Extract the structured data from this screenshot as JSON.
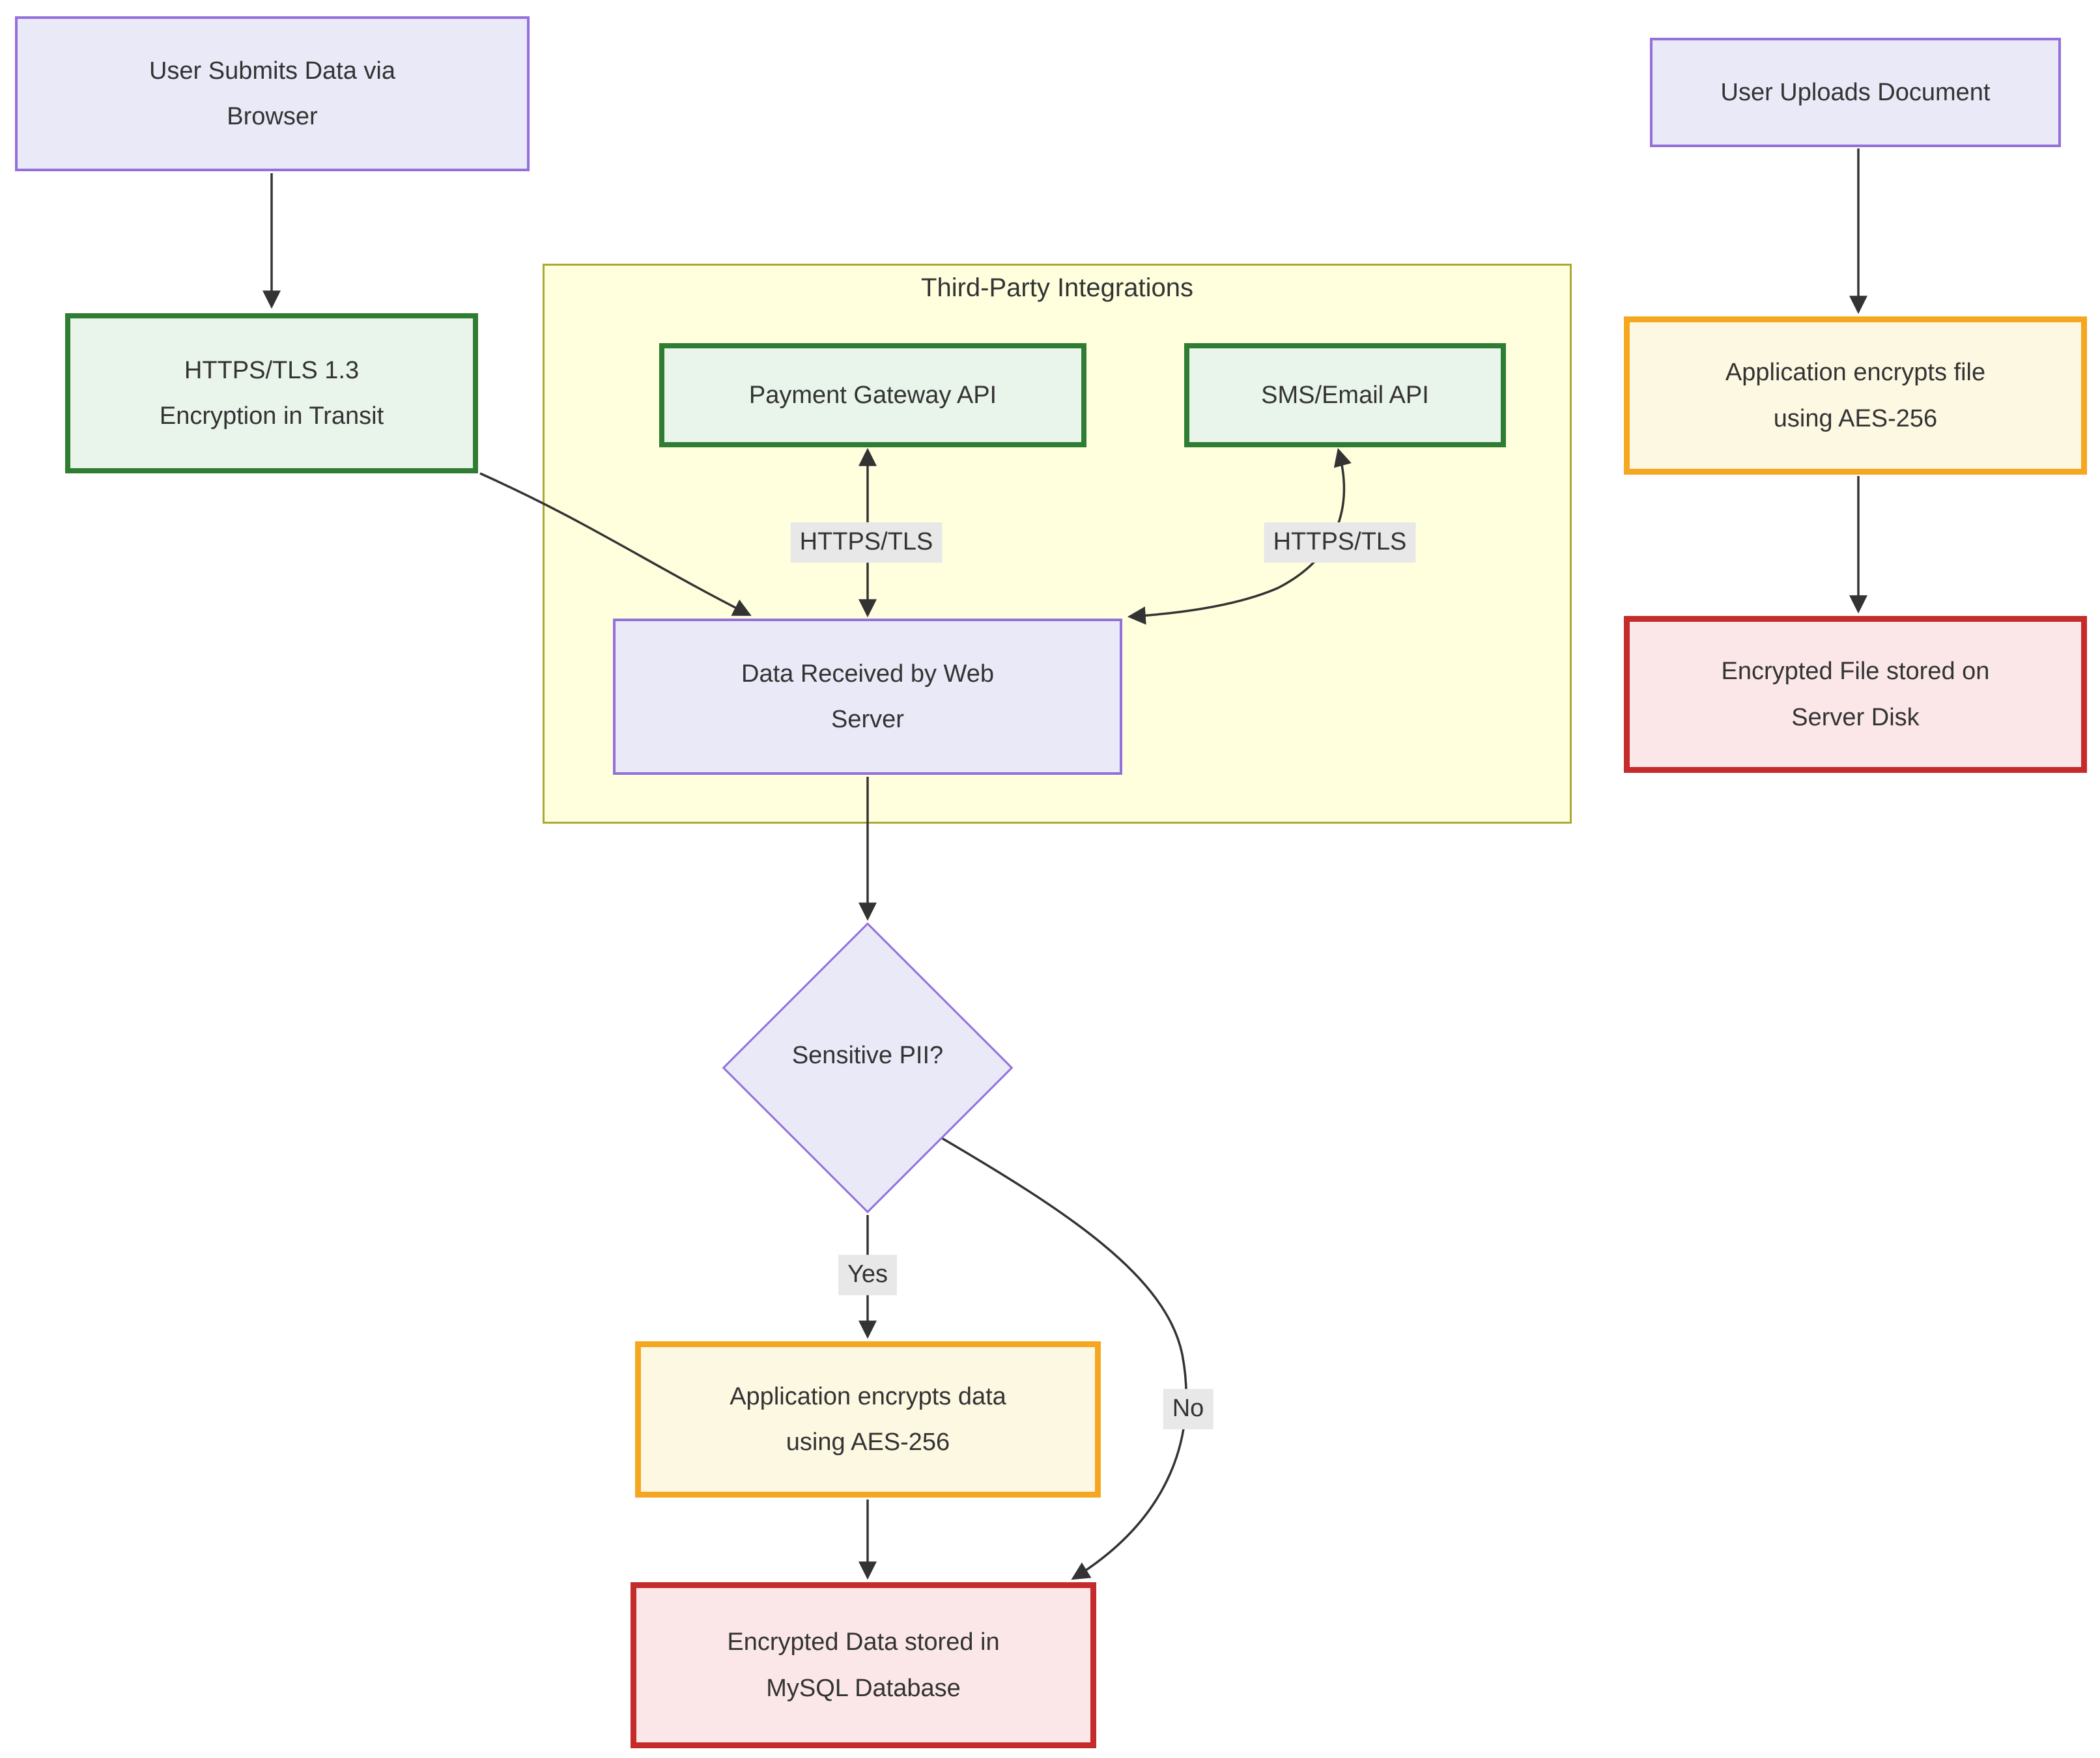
{
  "diagram": {
    "type": "flowchart",
    "subgraph": {
      "title": "Third-Party Integrations"
    },
    "nodes": {
      "user_submits": {
        "label": "User Submits Data via\nBrowser"
      },
      "https_tls": {
        "label": "HTTPS/TLS 1.3\nEncryption in Transit"
      },
      "payment_api": {
        "label": "Payment Gateway API"
      },
      "sms_email_api": {
        "label": "SMS/Email API"
      },
      "web_server": {
        "label": "Data Received by Web\nServer"
      },
      "sensitive_pii": {
        "label": "Sensitive PII?"
      },
      "encrypt_data": {
        "label": "Application encrypts data\nusing AES-256"
      },
      "mysql_store": {
        "label": "Encrypted Data stored in\nMySQL Database"
      },
      "user_uploads": {
        "label": "User Uploads Document"
      },
      "encrypt_file": {
        "label": "Application encrypts file\nusing AES-256"
      },
      "disk_store": {
        "label": "Encrypted File stored on\nServer Disk"
      }
    },
    "edge_labels": {
      "payment_link": "HTTPS/TLS",
      "sms_link": "HTTPS/TLS",
      "yes": "Yes",
      "no": "No"
    },
    "colors": {
      "node_fill_lavender": "#E9E9F8",
      "node_stroke_purple": "#9370DB",
      "node_fill_green": "#E9F4EA",
      "node_stroke_green": "#2F7D33",
      "node_fill_cream": "#FDF8E2",
      "node_stroke_orange": "#F5A721",
      "node_fill_pink": "#FBE7E8",
      "node_stroke_red": "#C62B2B",
      "subgraph_fill": "#FFFFDE",
      "subgraph_stroke": "#AAAA33",
      "edge_stroke": "#333333",
      "edge_label_bg": "#E8E8E8",
      "text": "#333333"
    }
  }
}
